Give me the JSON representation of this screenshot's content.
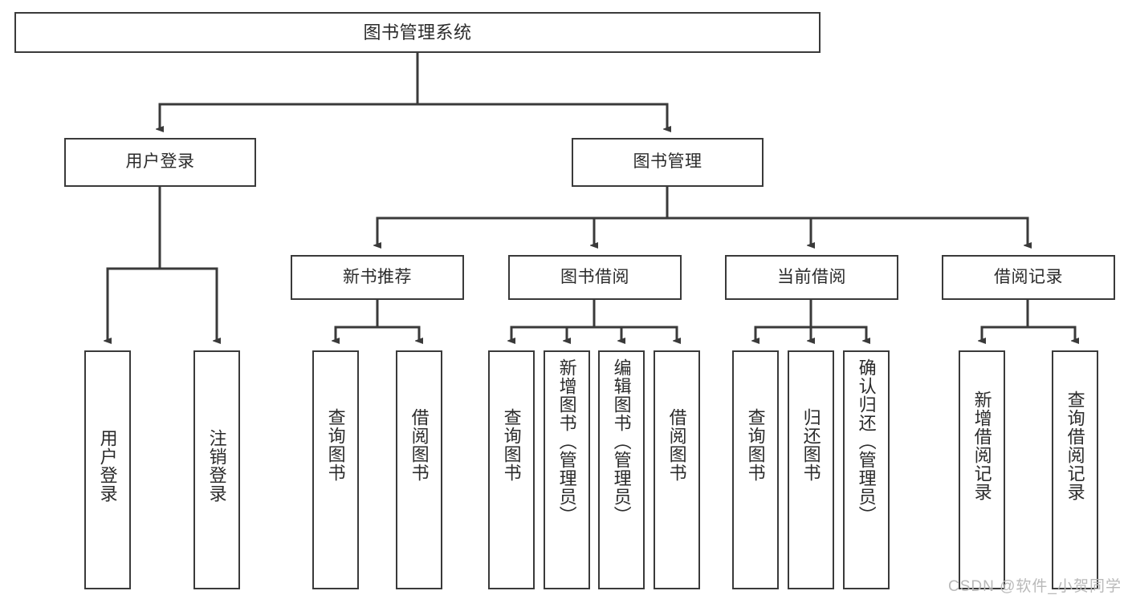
{
  "diagram": {
    "title": "图书管理系统",
    "type": "tree-hierarchy-chart",
    "background_color": "#ffffff",
    "box_border_color": "#3a3a3a",
    "text_color": "#2b2b2b",
    "edge_color": "#3a3a3a"
  },
  "nodes": {
    "root": {
      "label": "图书管理系统"
    },
    "level2": [
      {
        "label": "用户登录"
      },
      {
        "label": "图书管理"
      }
    ],
    "level3": [
      {
        "label": "新书推荐"
      },
      {
        "label": "图书借阅"
      },
      {
        "label": "当前借阅"
      },
      {
        "label": "借阅记录"
      }
    ],
    "leaves": {
      "user_login": [
        {
          "label": "用户登录"
        },
        {
          "label": "注销登录"
        }
      ],
      "new_book_recommend": [
        {
          "label": "查询图书"
        },
        {
          "label": "借阅图书"
        }
      ],
      "book_borrow": [
        {
          "label": "查询图书"
        },
        {
          "label": "新增图书（管理员）"
        },
        {
          "label": "编辑图书（管理员）"
        },
        {
          "label": "借阅图书"
        }
      ],
      "current_borrow": [
        {
          "label": "查询图书"
        },
        {
          "label": "归还图书"
        },
        {
          "label": "确认归还（管理员）"
        }
      ],
      "borrow_record": [
        {
          "label": "新增借阅记录"
        },
        {
          "label": "查询借阅记录"
        }
      ]
    }
  },
  "watermark": {
    "text": "CSDN @软件_小贺同学"
  }
}
